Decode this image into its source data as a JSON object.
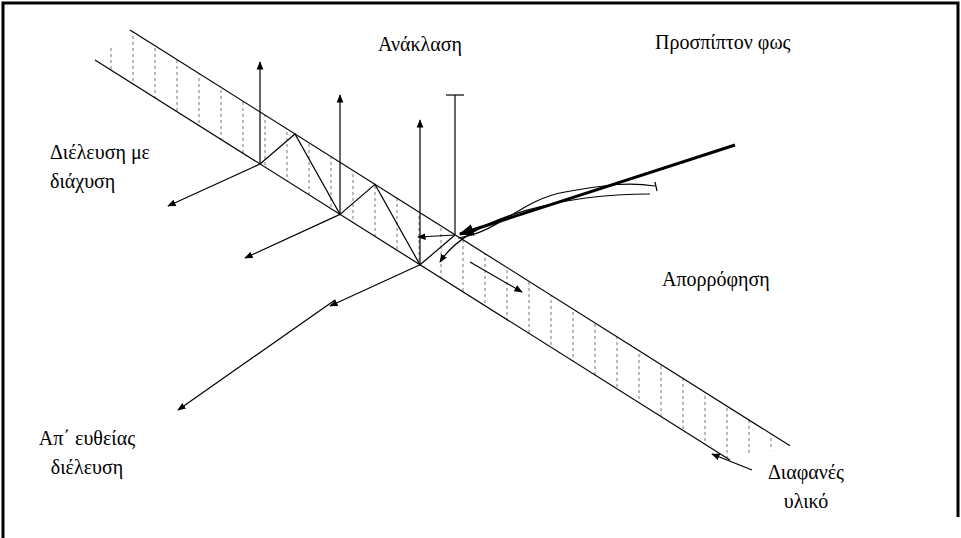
{
  "diagram": {
    "labels": [
      "Ανάκλαση",
      "Προσπίπτον φως",
      "Διέλευση με διάχυση",
      "Απορρόφηση",
      "Απ΄ ευθείας διέλευση",
      "Διαφανές υλικό"
    ]
  }
}
